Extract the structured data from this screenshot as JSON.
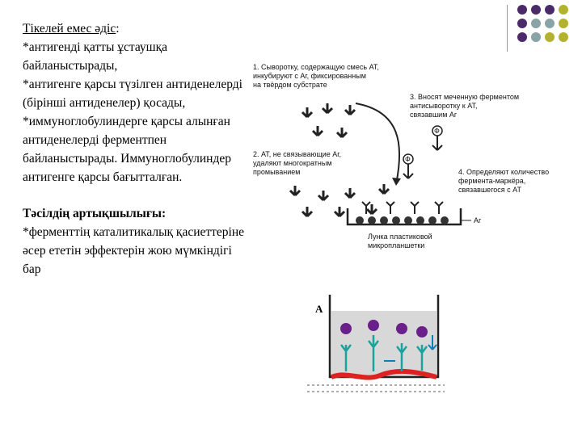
{
  "text": {
    "heading_1": "Тікелей емес әдіс",
    "heading_1_suffix": ":",
    "line_1": "*антигенді қатты ұстаушқа байланыстырады,",
    "line_2": "*антигенге  қарсы түзілген антиденелерді (бірінші антиденелер) қосады,",
    "line_3": "*иммуноглобулиндерге қарсы алынған антиденелерді ферментпен байланыстырады. Иммуноглобулиндер антигенге қарсы бағытталған.",
    "heading_2": "Тәсілдің артықшылығы:",
    "line_4": "*ферменттің каталитикалық қасиеттеріне әсер ететін эффектерін жою мүмкіндігі бар"
  },
  "diagram_1": {
    "step_1": [
      "1. Сыворотку, содержащую смесь АТ,",
      "инкубируют с Аг, фиксированным",
      "на твёрдом субстрате"
    ],
    "step_2": [
      "2. АТ, не связывающие Аг,",
      "удаляют многократным",
      "промыванием"
    ],
    "step_3": [
      "3. Вносят меченную ферментом",
      "антисыворотку к АТ,",
      "связавшим Аг"
    ],
    "step_4": [
      "4. Определяют количество",
      "фермента-маркёра,",
      "связавшегося с АТ"
    ],
    "antigen_label": "Аг",
    "well_label": [
      "Лунка пластиковой",
      "микропланшетки"
    ],
    "enzyme_mark": "Ф"
  },
  "diagram_2": {
    "panel_label": "А"
  },
  "decor": {
    "dot_colors": [
      "#4b2a6a",
      "#4b2a6a",
      "#4b2a6a",
      "#b3b22e",
      "#4b2a6a",
      "#8aa3a6",
      "#8aa3a6",
      "#b3b22e",
      "#4b2a6a",
      "#8aa3a6",
      "#b3b22e",
      "#b3b22e"
    ]
  }
}
